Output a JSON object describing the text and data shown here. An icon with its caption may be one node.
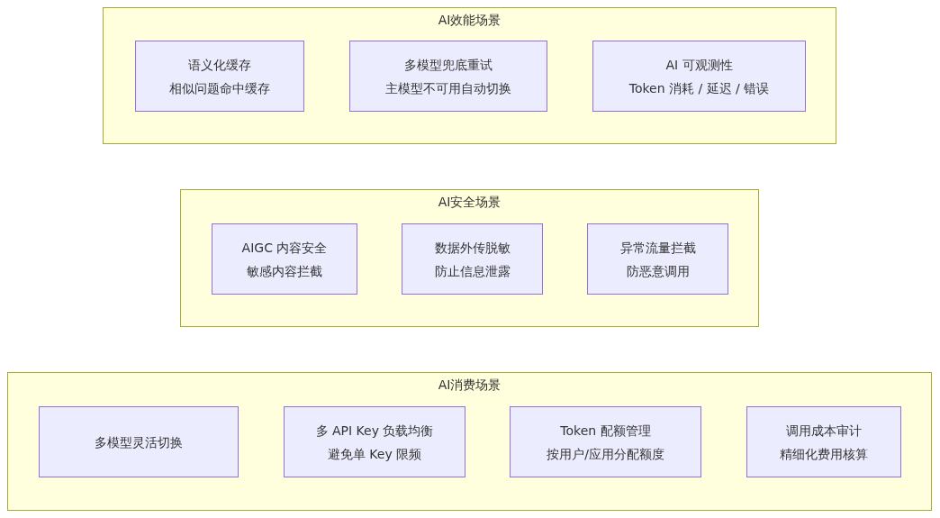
{
  "diagram": {
    "nodes": [
      {
        "text": [
          "AI效能场景"
        ]
      },
      {
        "text": [
          "语义化缓存",
          "相似问题命中缓存"
        ],
        "in": 0
      },
      {
        "text": [
          "多模型兜底重试",
          "主模型不可用自动切换"
        ],
        "in": 0
      },
      {
        "text": [
          "AI 可观测性",
          "Token 消耗 / 延迟 / 错误"
        ],
        "in": 0
      },
      {
        "text": [
          "AI安全场景"
        ]
      },
      {
        "text": [
          "AIGC 内容安全",
          "敏感内容拦截"
        ],
        "in": 4
      },
      {
        "text": [
          "数据外传脱敏",
          "防止信息泄露"
        ],
        "in": 4
      },
      {
        "text": [
          "异常流量拦截",
          "防恶意调用"
        ],
        "in": 4
      },
      {
        "text": [
          "AI消费场景"
        ]
      },
      {
        "text": [
          "多模型灵活切换"
        ],
        "in": 8
      },
      {
        "text": [
          "多 API Key 负载均衡",
          "避免单 Key 限频"
        ],
        "in": 8
      },
      {
        "text": [
          "Token 配额管理",
          "按用户/应用分配额度"
        ],
        "in": 8
      },
      {
        "text": [
          "调用成本审计",
          "精细化费用核算"
        ],
        "in": 8
      }
    ]
  }
}
